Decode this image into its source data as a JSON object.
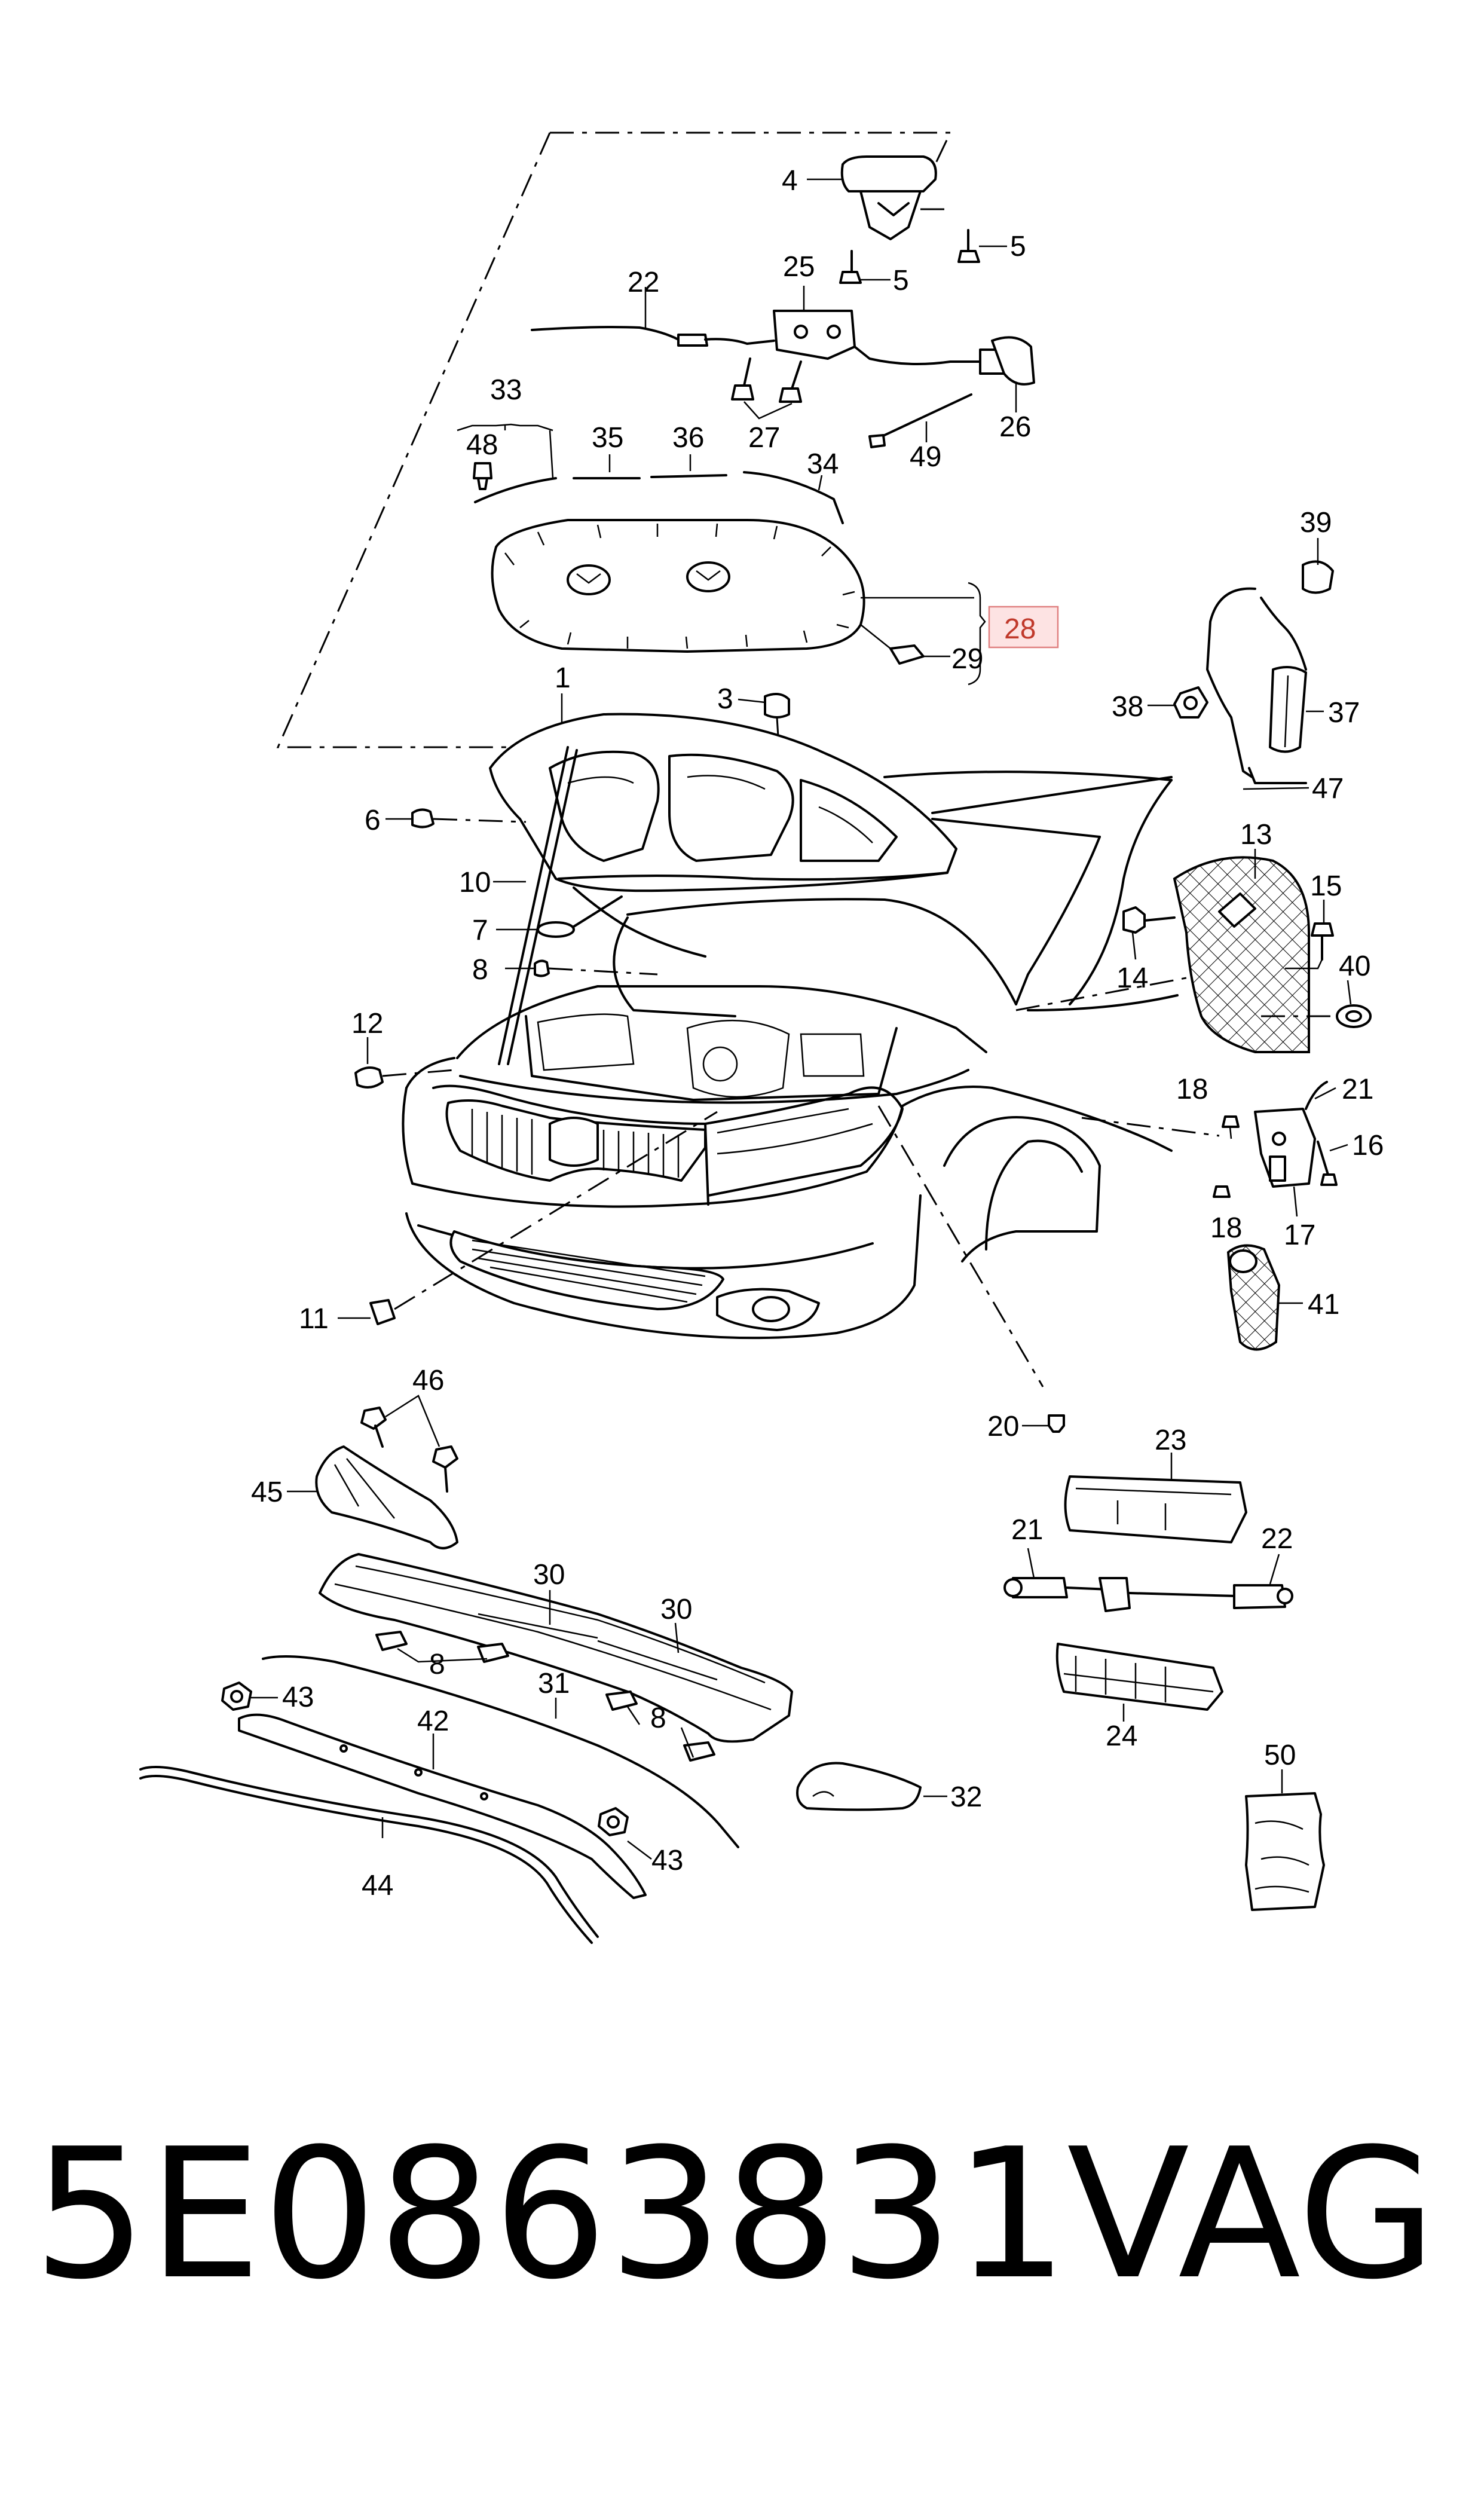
{
  "footer": {
    "part_number": "5E0863831",
    "brand": "VAG"
  },
  "highlighted_callout": "28",
  "callouts": [
    {
      "id": "c4",
      "label": "4"
    },
    {
      "id": "c5a",
      "label": "5"
    },
    {
      "id": "c5b",
      "label": "5"
    },
    {
      "id": "c22a",
      "label": "22"
    },
    {
      "id": "c25",
      "label": "25"
    },
    {
      "id": "c26",
      "label": "26"
    },
    {
      "id": "c27",
      "label": "27"
    },
    {
      "id": "c33",
      "label": "33"
    },
    {
      "id": "c48",
      "label": "48"
    },
    {
      "id": "c35",
      "label": "35"
    },
    {
      "id": "c36",
      "label": "36"
    },
    {
      "id": "c34",
      "label": "34"
    },
    {
      "id": "c49",
      "label": "49"
    },
    {
      "id": "c39",
      "label": "39"
    },
    {
      "id": "c28",
      "label": "28"
    },
    {
      "id": "c29",
      "label": "29"
    },
    {
      "id": "c1",
      "label": "1"
    },
    {
      "id": "c3",
      "label": "3"
    },
    {
      "id": "c38",
      "label": "38"
    },
    {
      "id": "c37",
      "label": "37"
    },
    {
      "id": "c47",
      "label": "47"
    },
    {
      "id": "c6",
      "label": "6"
    },
    {
      "id": "c13",
      "label": "13"
    },
    {
      "id": "c10",
      "label": "10"
    },
    {
      "id": "c15",
      "label": "15"
    },
    {
      "id": "c7",
      "label": "7"
    },
    {
      "id": "c14",
      "label": "14"
    },
    {
      "id": "c40",
      "label": "40"
    },
    {
      "id": "c8a",
      "label": "8"
    },
    {
      "id": "c12",
      "label": "12"
    },
    {
      "id": "c18a",
      "label": "18"
    },
    {
      "id": "c21a",
      "label": "21"
    },
    {
      "id": "c16",
      "label": "16"
    },
    {
      "id": "c18b",
      "label": "18"
    },
    {
      "id": "c17",
      "label": "17"
    },
    {
      "id": "c41",
      "label": "41"
    },
    {
      "id": "c11",
      "label": "11"
    },
    {
      "id": "c46",
      "label": "46"
    },
    {
      "id": "c20",
      "label": "20"
    },
    {
      "id": "c23",
      "label": "23"
    },
    {
      "id": "c45",
      "label": "45"
    },
    {
      "id": "c21b",
      "label": "21"
    },
    {
      "id": "c22b",
      "label": "22"
    },
    {
      "id": "c30a",
      "label": "30"
    },
    {
      "id": "c30b",
      "label": "30"
    },
    {
      "id": "c8b",
      "label": "8"
    },
    {
      "id": "c31",
      "label": "31"
    },
    {
      "id": "c8c",
      "label": "8"
    },
    {
      "id": "c24",
      "label": "24"
    },
    {
      "id": "c43a",
      "label": "43"
    },
    {
      "id": "c42",
      "label": "42"
    },
    {
      "id": "c32",
      "label": "32"
    },
    {
      "id": "c50",
      "label": "50"
    },
    {
      "id": "c43b",
      "label": "43"
    },
    {
      "id": "c44",
      "label": "44"
    }
  ]
}
